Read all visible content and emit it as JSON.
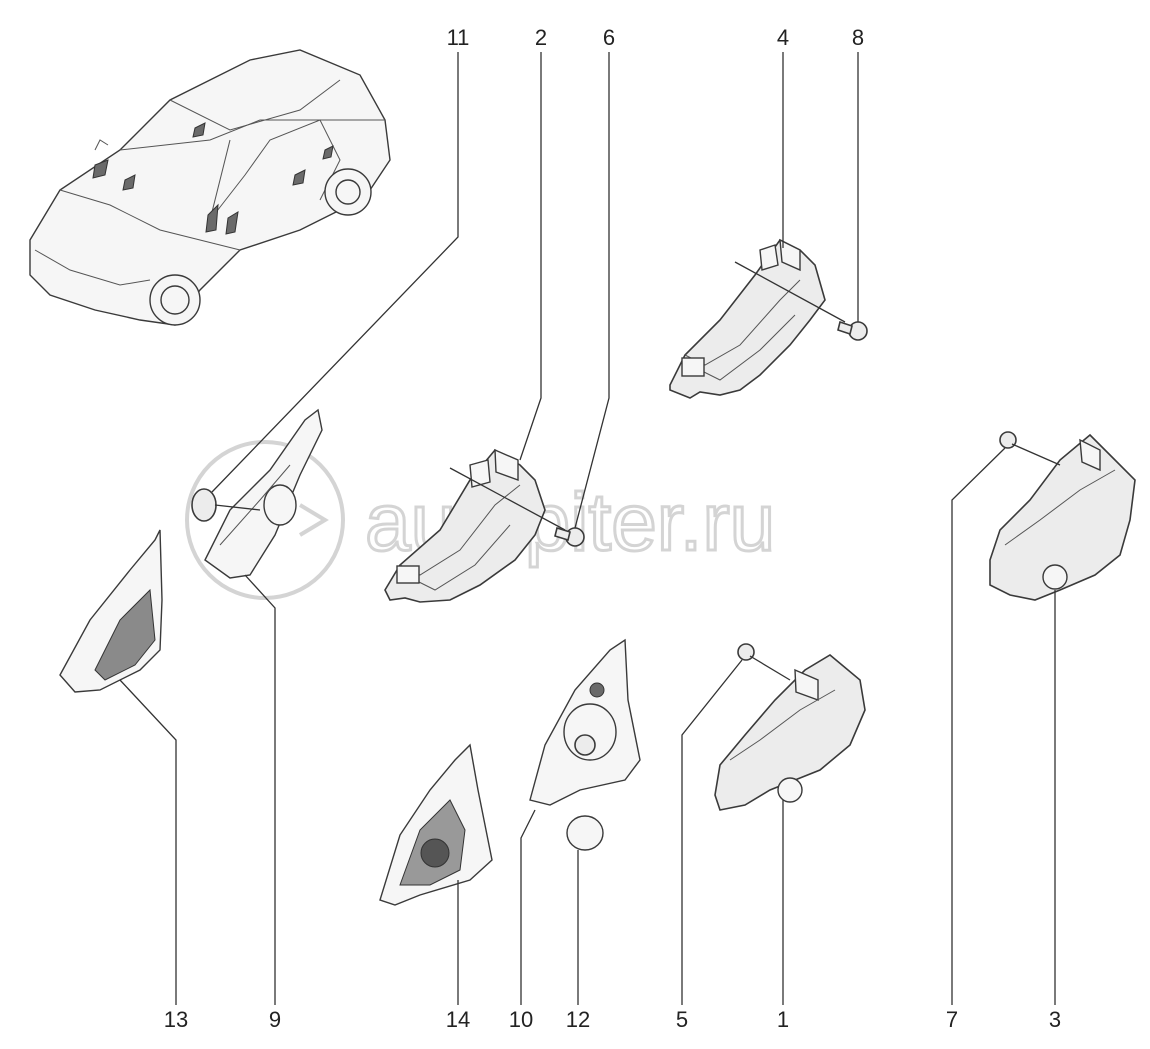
{
  "watermark": "autopiter.ru",
  "callouts": {
    "c1": "1",
    "c2": "2",
    "c3": "3",
    "c4": "4",
    "c5": "5",
    "c6": "6",
    "c7": "7",
    "c8": "8",
    "c9": "9",
    "c10": "10",
    "c11": "11",
    "c12": "12",
    "c13": "13",
    "c14": "14"
  }
}
